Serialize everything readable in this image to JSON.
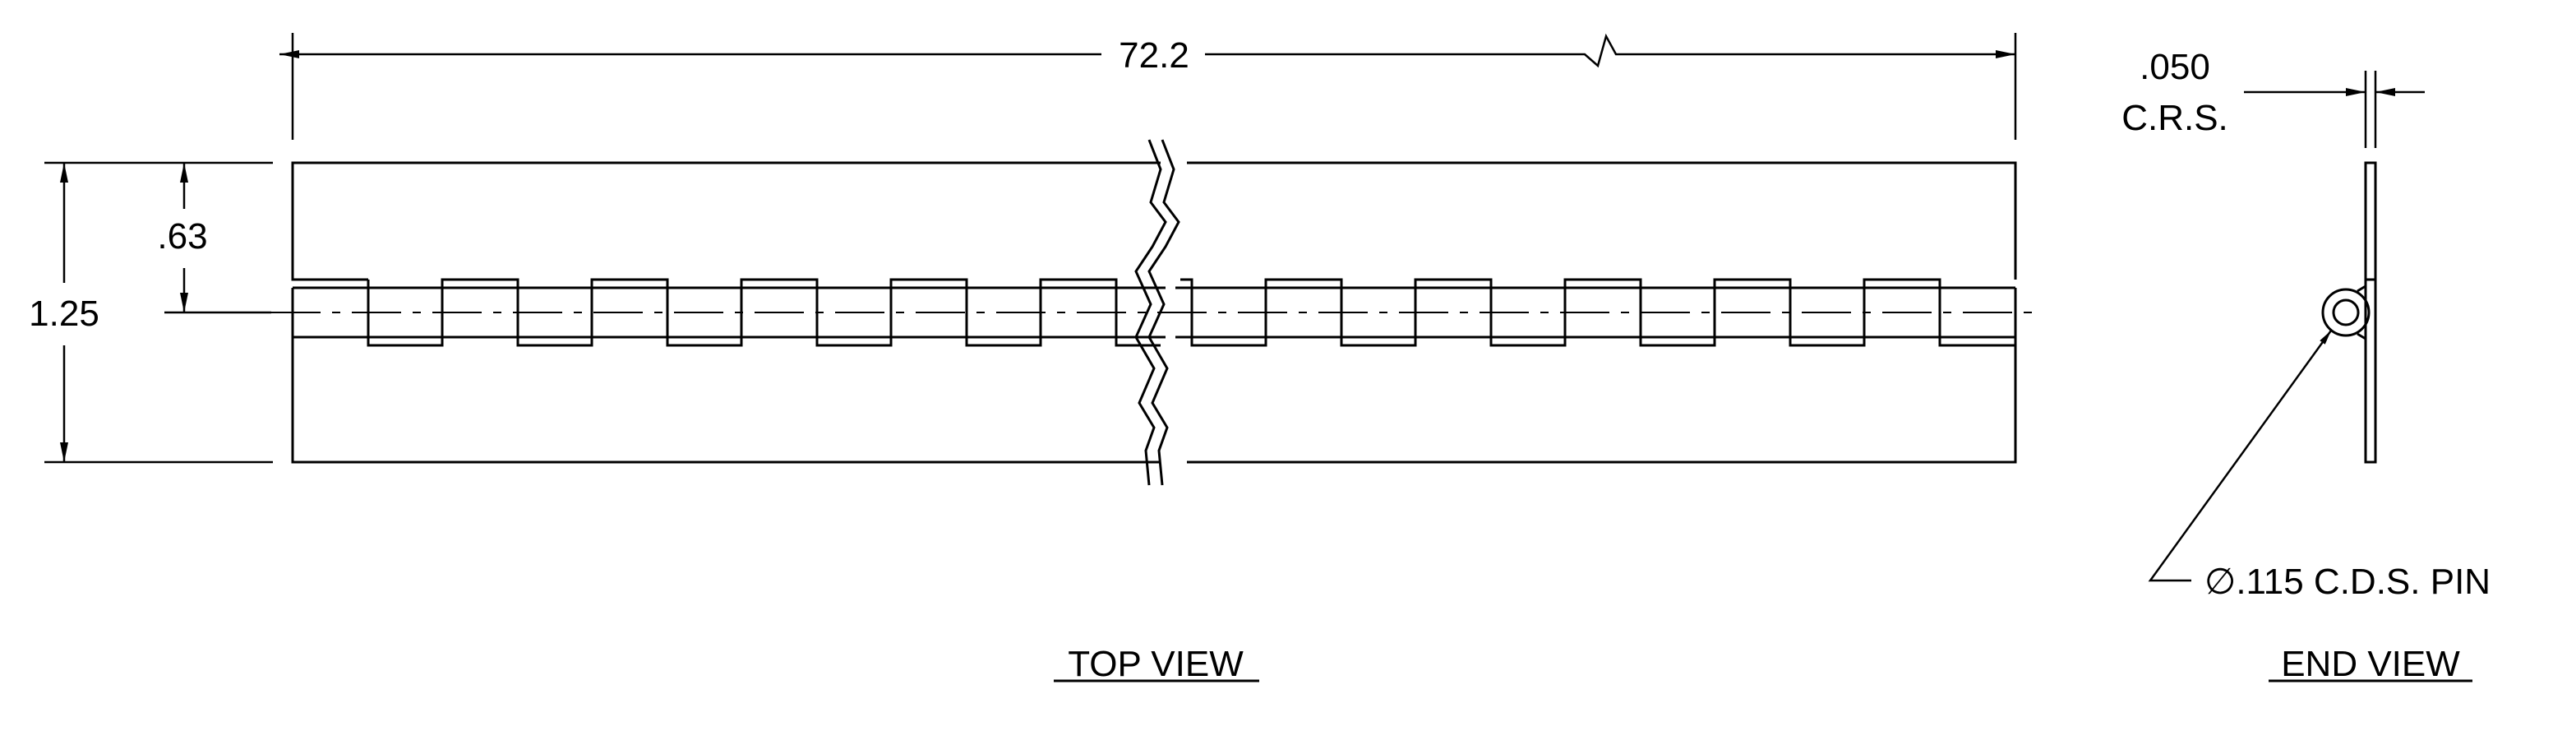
{
  "colors": {
    "line": "#000000",
    "background": "#ffffff"
  },
  "dimensions": {
    "overall_length": "72.2",
    "overall_width": "1.25",
    "knuckle_offset": ".63",
    "material_thickness_value": ".050",
    "material_thickness_spec": "C.R.S."
  },
  "callouts": {
    "pin": "∅.115 C.D.S. PIN"
  },
  "views": {
    "top": "TOP VIEW",
    "end": "END VIEW"
  }
}
